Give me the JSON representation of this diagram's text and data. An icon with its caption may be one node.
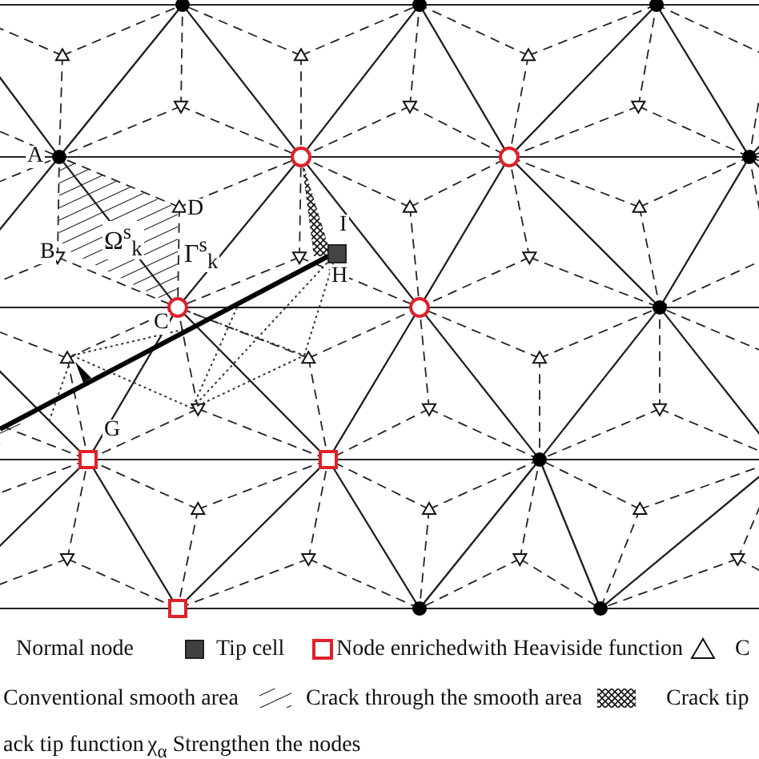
{
  "diagram": {
    "labels": [
      "A",
      "D",
      "B",
      "Ω$^{s}$$_{k}$",
      "Γ$^{s}$$_{k}$",
      "I",
      "H",
      "C",
      "G"
    ],
    "legend": [
      {
        "text": "Normal node"
      },
      {
        "text": "Tip cell",
        "color": "#404040"
      },
      {
        "text": "Node enrichedwith Heaviside function"
      },
      {
        "text": "C"
      },
      {
        "text": "Conventional smooth area"
      },
      {
        "text": "Crack through the smooth area"
      },
      {
        "text": "Crack tip"
      },
      {
        "text": "ack tip function"
      },
      {
        "text": "χ$_{α}$ Strengthen the nodes"
      }
    ]
  }
}
